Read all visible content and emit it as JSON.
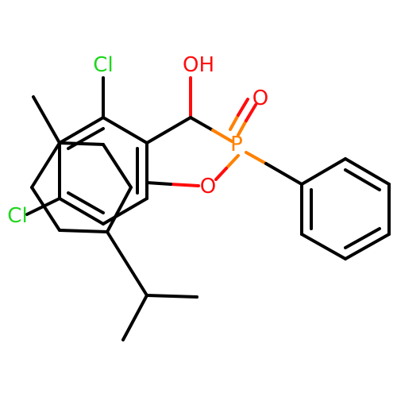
{
  "atoms": {
    "cl_top": {
      "text": "Cl",
      "color": "#1fd61f"
    },
    "cl_left": {
      "text": "Cl",
      "color": "#1fd61f"
    },
    "oh": {
      "text": "OH",
      "color": "#ff0d0d"
    },
    "o_double": {
      "text": "O",
      "color": "#ff0d0d"
    },
    "o_ester": {
      "text": "O",
      "color": "#ff0d0d"
    },
    "p": {
      "text": "P",
      "color": "#ff8000"
    }
  }
}
